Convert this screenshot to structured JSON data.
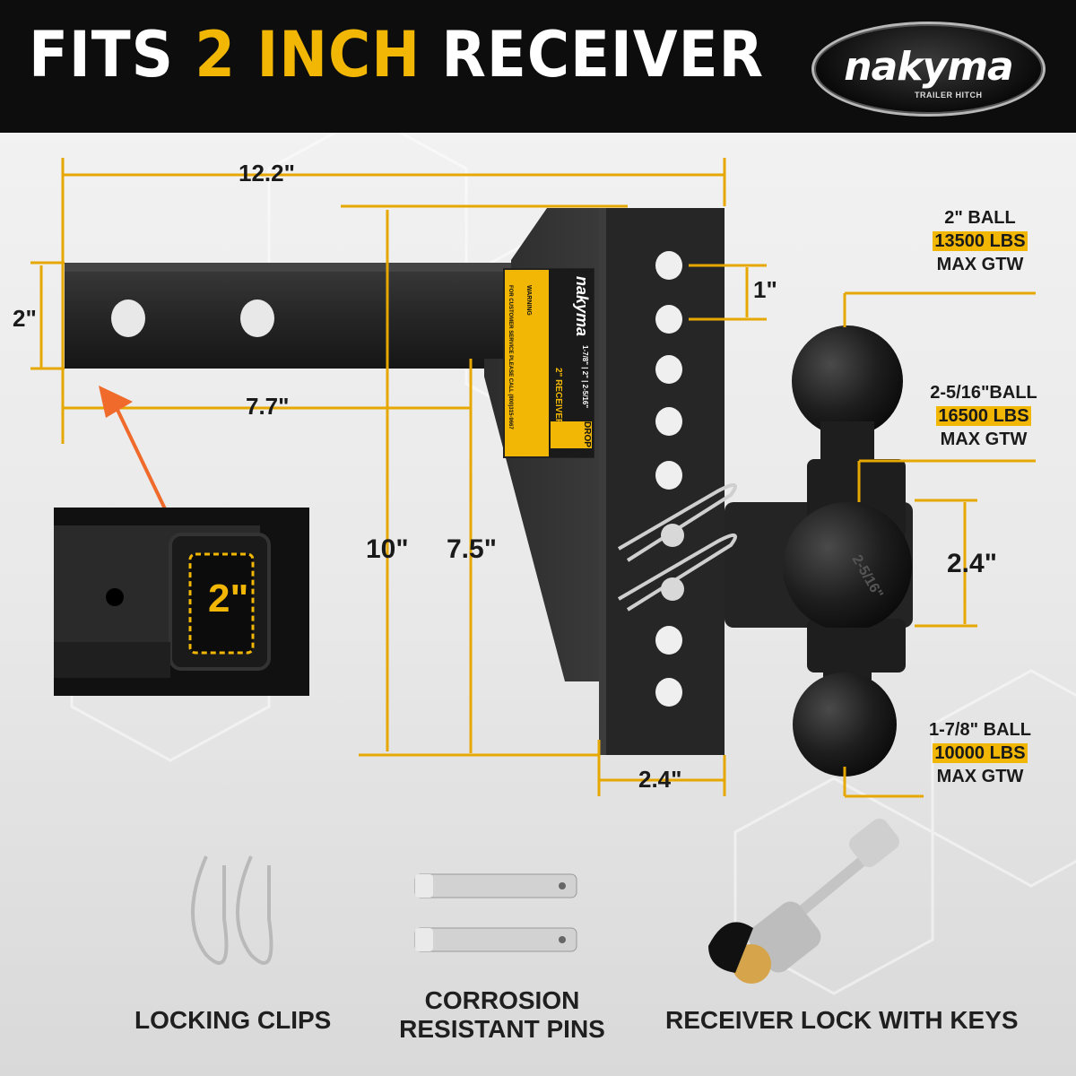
{
  "header": {
    "title_part1": "FITS ",
    "title_highlight": "2 INCH",
    "title_part2": " RECEIVER",
    "accent_color": "#f2b705"
  },
  "logo": {
    "brand": "nakyma",
    "tagline": "TRAILER HITCH"
  },
  "dimensions": {
    "overall_length": "12.2\"",
    "shank_height": "2\"",
    "shank_length": "7.7\"",
    "hole_spacing": "1\"",
    "total_height": "10\"",
    "drop_height": "7.5\"",
    "ball_spacing": "2.4\"",
    "plate_width": "2.4\"",
    "receiver_size": "2\""
  },
  "ball_ratings": [
    {
      "size": "2\" BALL",
      "capacity": "13500 LBS",
      "unit": "MAX GTW"
    },
    {
      "size": "2-5/16\"BALL",
      "capacity": "16500 LBS",
      "unit": "MAX GTW"
    },
    {
      "size": "1-7/8\" BALL",
      "capacity": "10000 LBS",
      "unit": "MAX GTW"
    }
  ],
  "accessories": [
    {
      "label": "LOCKING CLIPS",
      "icon": "locking-clip-icon"
    },
    {
      "label": "CORROSION\nRESISTANT PINS",
      "icon": "pin-icon"
    },
    {
      "label": "RECEIVER LOCK WITH KEYS",
      "icon": "receiver-lock-icon"
    }
  ],
  "sticker": {
    "brand": "nakyma",
    "receiver_text": "2\" RECEIVER",
    "ball_sizes": "1-7/8\" | 2\" | 2-5/16\"",
    "drop_text": "DROP",
    "service_text": "FOR CUSTOMER SERVICE PLEASE CALL (800)315-9667",
    "warning_label": "WARNING"
  },
  "ball_stamp": "2-5/16\""
}
